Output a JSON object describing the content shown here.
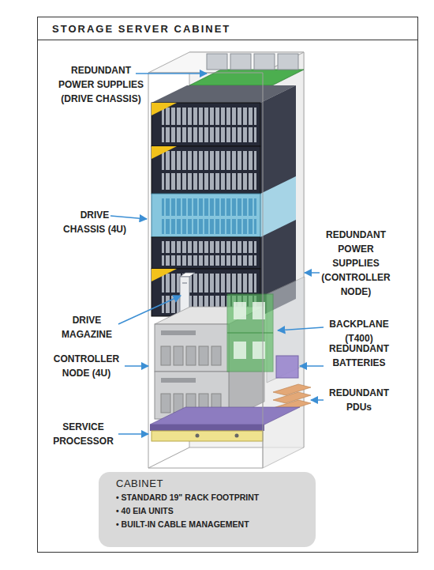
{
  "diagram": {
    "title": "STORAGE SERVER CABINET",
    "nodes": [
      {
        "text": [
          "CABINET",
          "• STANDARD 19\" RACK FOOTPRINT",
          "• 40 EIA UNITS",
          "• BUILT-IN CABLE MANAGEMENT"
        ]
      }
    ],
    "labels": [
      "REDUNDANT POWER SUPPLIES (DRIVE CHASSIS)",
      "DRIVE CHASSIS (4U)",
      "DRIVE MAGAZINE",
      "CONTROLLER NODE (4U)",
      "SERVICE PROCESSOR",
      "REDUNDANT POWER SUPPLIES (CONTROLLER NODE)",
      "BACKPLANE (T400)",
      "REDUNDANT BATTERIES",
      "REDUNDANT PDUs"
    ]
  }
}
